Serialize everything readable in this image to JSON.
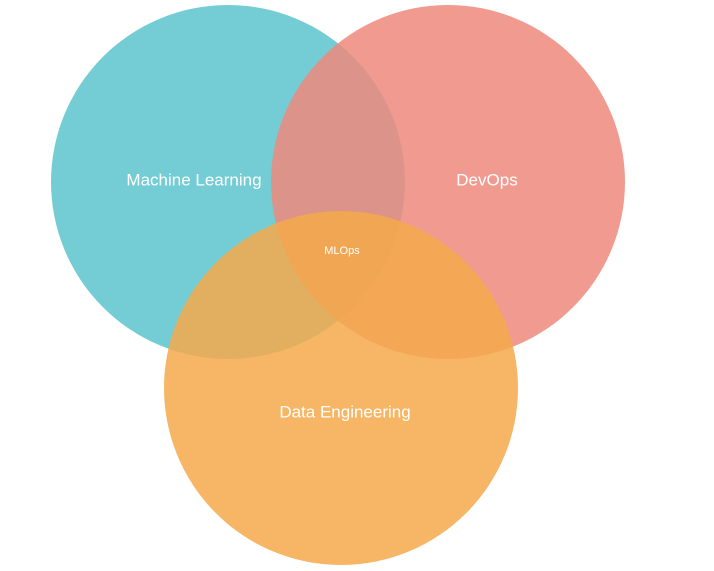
{
  "diagram": {
    "type": "venn",
    "sets": [
      {
        "id": "ml",
        "label": "Machine Learning",
        "color": "#5cc4cc"
      },
      {
        "id": "devops",
        "label": "DevOps",
        "color": "#ef8a7c"
      },
      {
        "id": "de",
        "label": "Data Engineering",
        "color": "#f5a94a"
      }
    ],
    "intersection_label": "MLOps"
  }
}
